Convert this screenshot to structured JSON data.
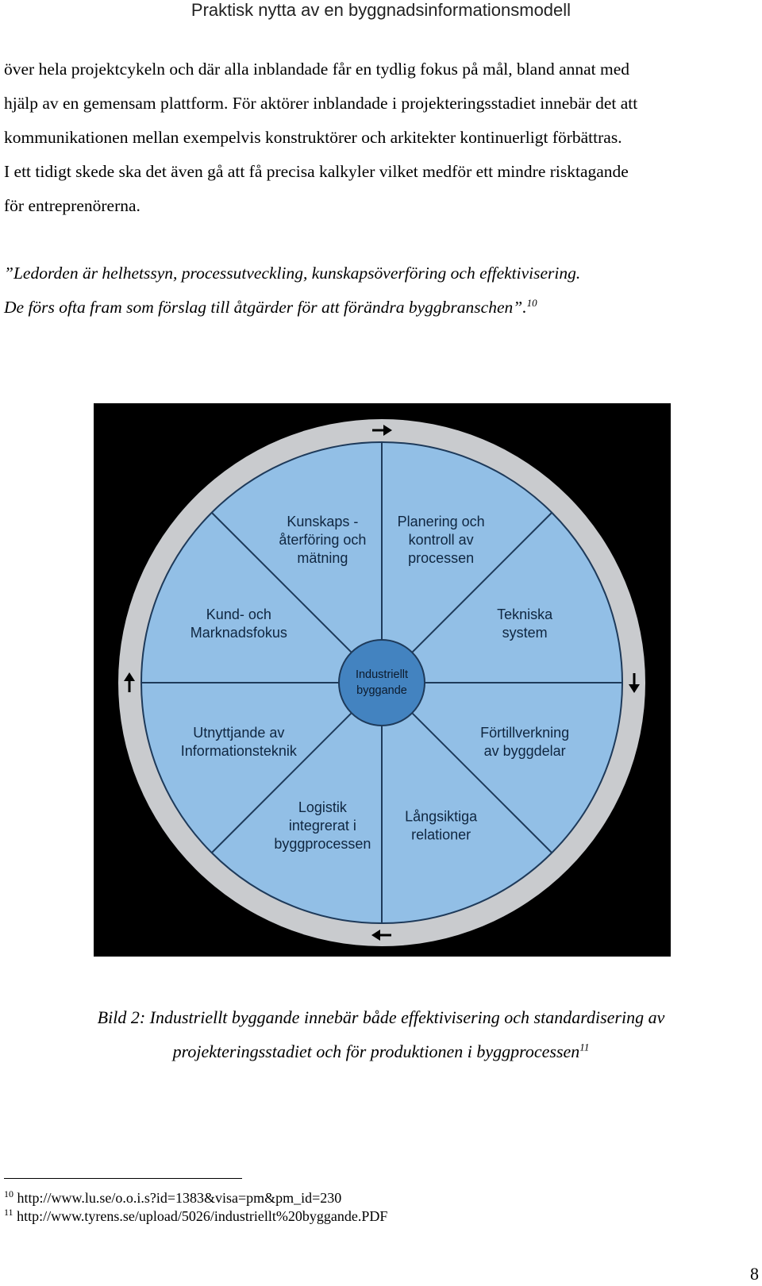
{
  "header": {
    "title": "Praktisk nytta av en byggnadsinformationsmodell"
  },
  "body_paragraph": {
    "lines": [
      "över hela projektcykeln och där alla inblandade får en tydlig fokus på mål, bland annat med",
      "hjälp av en gemensam plattform. För aktörer inblandade i projekteringsstadiet innebär det att",
      "kommunikationen mellan exempelvis konstruktörer och arkitekter kontinuerligt förbättras.",
      "I ett tidigt skede ska det även gå att få precisa kalkyler vilket medför ett mindre risktagande",
      "för entreprenörerna."
    ]
  },
  "quote": {
    "line1": "”Ledorden är helhetssyn, processutveckling, kunskapsöverföring och effektivisering.",
    "line2": "De förs ofta fram som förslag till åtgärder för att förändra byggbranschen”.",
    "footnote_ref": "10"
  },
  "figure": {
    "hub": {
      "line1": "Industriellt",
      "line2": "byggande"
    },
    "segments": [
      {
        "lines": [
          "Planering och",
          "kontroll av",
          "processen"
        ]
      },
      {
        "lines": [
          "Tekniska",
          "system"
        ]
      },
      {
        "lines": [
          "Förtillverkning",
          "av byggdelar"
        ]
      },
      {
        "lines": [
          "Långsiktiga",
          "relationer"
        ]
      },
      {
        "lines": [
          "Logistik",
          "integrerat i",
          "byggprocessen"
        ]
      },
      {
        "lines": [
          "Utnyttjande av",
          "Informationsteknik"
        ]
      },
      {
        "lines": [
          "Kund- och",
          "Marknadsfokus"
        ]
      },
      {
        "lines": [
          "Kunskaps -",
          "återföring och",
          "mätning"
        ]
      }
    ],
    "colors": {
      "background": "#000000",
      "ring": "#c9cbce",
      "wheel": "#92bfe6",
      "spokes": "#1e3a5a",
      "hub": "#4383c0",
      "arrows": "#000000"
    },
    "arrow_direction": "clockwise"
  },
  "caption": {
    "line1": "Bild 2: Industriellt byggande innebär både effektivisering och standardisering av",
    "line2": "projekteringsstadiet och för produktionen i byggprocessen",
    "footnote_ref": "11"
  },
  "footnotes": [
    {
      "number": "10",
      "text": "http://www.lu.se/o.o.i.s?id=1383&visa=pm&pm_id=230"
    },
    {
      "number": "11",
      "text": "http://www.tyrens.se/upload/5026/industriellt%20byggande.PDF"
    }
  ],
  "page_number": "8"
}
